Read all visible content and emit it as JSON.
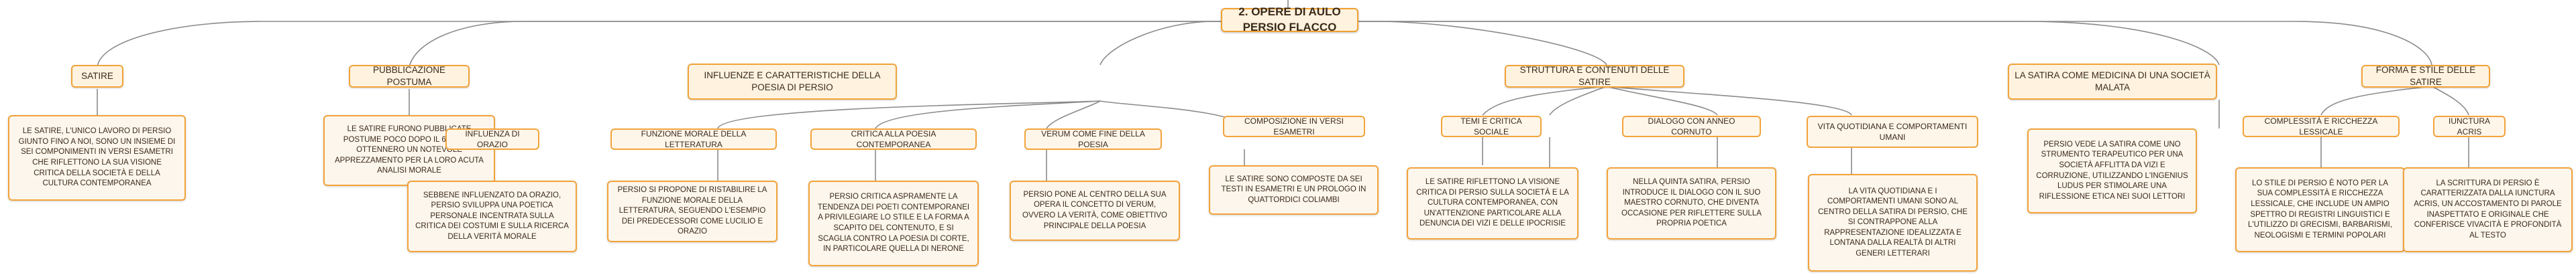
{
  "diagram": {
    "root": "2. OPERE DI AULO PERSIO FLACCO",
    "branches": [
      {
        "title": "SATIRE",
        "leaf": "LE SATIRE, L'UNICO LAVORO DI PERSIO GIUNTO FINO A NOI, SONO UN INSIEME DI SEI COMPONIMENTI IN VERSI ESAMETRI CHE RIFLETTONO LA SUA VISIONE CRITICA DELLA SOCIETÀ E DELLA CULTURA CONTEMPORANEA"
      },
      {
        "title": "PUBBLICAZIONE POSTUMA",
        "leaf": "LE SATIRE FURONO PUBBLICATE POSTUME POCO DOPO IL 62 D.C. E OTTENNERO UN NOTEVOLE APPREZZAMENTO PER LA LORO ACUTA ANALISI MORALE"
      },
      {
        "title": "INFLUENZE E CARATTERISTICHE DELLA POESIA DI PERSIO",
        "children": [
          {
            "title": "INFLUENZA DI ORAZIO",
            "leaf": "SEBBENE INFLUENZATO DA ORAZIO, PERSIO SVILUPPA UNA POETICA PERSONALE INCENTRATA SULLA CRITICA DEI COSTUMI E SULLA RICERCA DELLA VERITÀ MORALE"
          },
          {
            "title": "FUNZIONE MORALE DELLA LETTERATURA",
            "leaf": "PERSIO SI PROPONE DI RISTABILIRE LA FUNZIONE MORALE DELLA LETTERATURA, SEGUENDO L'ESEMPIO DEI PREDECESSORI COME LUCILIO E ORAZIO"
          },
          {
            "title": "CRITICA ALLA POESIA CONTEMPORANEA",
            "leaf": "PERSIO CRITICA ASPRAMENTE LA TENDENZA DEI POETI CONTEMPORANEI A PRIVILEGIARE LO STILE E LA FORMA A SCAPITO DEL CONTENUTO, E SI SCAGLIA CONTRO LA POESIA DI CORTE, IN PARTICOLARE QUELLA DI NERONE"
          },
          {
            "title": "VERUM COME FINE DELLA POESIA",
            "leaf": "PERSIO PONE AL CENTRO DELLA SUA OPERA IL CONCETTO DI VERUM, OVVERO LA VERITÀ, COME OBIETTIVO PRINCIPALE DELLA POESIA"
          }
        ]
      },
      {
        "title": "STRUTTURA E CONTENUTI DELLE SATIRE",
        "children": [
          {
            "title": "COMPOSIZIONE IN VERSI ESAMETRI",
            "leaf": "LE SATIRE SONO COMPOSTE DA SEI TESTI IN ESAMETRI E UN PROLOGO IN QUATTORDICI COLIAMBI"
          },
          {
            "title": "TEMI E CRITICA SOCIALE",
            "leaf": "LE SATIRE RIFLETTONO LA VISIONE CRITICA DI PERSIO SULLA SOCIETÀ E LA CULTURA CONTEMPORANEA, CON UN'ATTENZIONE PARTICOLARE ALLA DENUNCIA DEI VIZI E DELLE IPOCRISIE"
          },
          {
            "title": "DIALOGO CON ANNEO CORNUTO",
            "leaf": "NELLA QUINTA SATIRA, PERSIO INTRODUCE IL DIALOGO CON IL SUO MAESTRO CORNUTO, CHE DIVENTA OCCASIONE PER RIFLETTERE SULLA PROPRIA POETICA"
          },
          {
            "title": "VITA QUOTIDIANA E COMPORTAMENTI UMANI",
            "leaf": "LA VITA QUOTIDIANA E I COMPORTAMENTI UMANI SONO AL CENTRO DELLA SATIRA DI PERSIO, CHE SI CONTRAPPONE ALLA RAPPRESENTAZIONE IDEALIZZATA E LONTANA DALLA REALTÀ DI ALTRI GENERI LETTERARI"
          }
        ]
      },
      {
        "title": "LA SATIRA COME MEDICINA DI UNA SOCIETÀ MALATA",
        "leaf": "PERSIO VEDE LA SATIRA COME UNO STRUMENTO TERAPEUTICO PER UNA SOCIETÀ AFFLITTA DA VIZI E CORRUZIONE, UTILIZZANDO L'INGENIUS LUDUS PER STIMOLARE UNA RIFLESSIONE ETICA NEI SUOI LETTORI"
      },
      {
        "title": "FORMA E STILE DELLE SATIRE",
        "children": [
          {
            "title": "COMPLESSITÀ E RICCHEZZA LESSICALE",
            "leaf": "LO STILE DI PERSIO È NOTO PER LA SUA COMPLESSITÀ E RICCHEZZA LESSICALE, CHE INCLUDE UN AMPIO SPETTRO DI REGISTRI LINGUISTICI E L'UTILIZZO DI GRECISMI, BARBARISMI, NEOLOGISMI E TERMINI POPOLARI"
          },
          {
            "title": "IUNCTURA ACRIS",
            "leaf": "LA SCRITTURA DI PERSIO È CARATTERIZZATA DALLA IUNCTURA ACRIS, UN ACCOSTAMENTO DI PAROLE INASPETTATO E ORIGINALE CHE CONFERISCE VIVACITÀ E PROFONDITÀ AL TESTO"
          }
        ]
      }
    ]
  }
}
